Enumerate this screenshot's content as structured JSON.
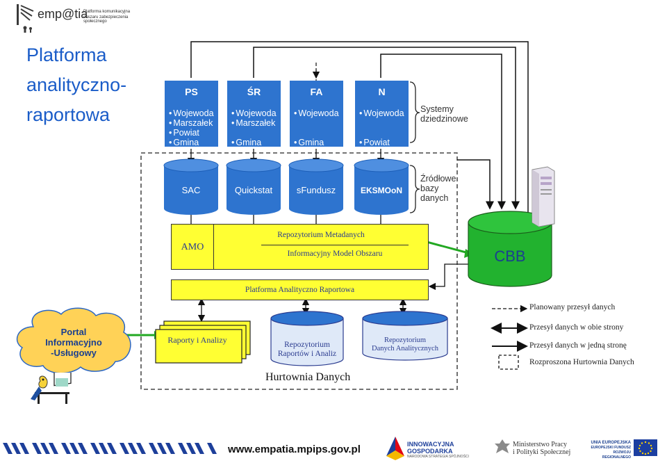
{
  "header": {
    "logo_text_main": "emp@tia",
    "logo_text_sub_1": "Platforma komunikacyjna",
    "logo_text_sub_2": "obszaru zabezpieczenia społecznego"
  },
  "title_lines": [
    "Platforma",
    "analityczno-",
    "raportowa"
  ],
  "systems": [
    {
      "code": "PS",
      "items": [
        "Wojewoda",
        "Marszałek",
        "Powiat",
        "Gmina"
      ]
    },
    {
      "code": "ŚR",
      "items": [
        "Wojewoda",
        "Marszałek",
        "Gmina"
      ]
    },
    {
      "code": "FA",
      "items": [
        "Wojewoda",
        "Gmina"
      ]
    },
    {
      "code": "N",
      "items": [
        "Wojewoda",
        "Powiat"
      ]
    }
  ],
  "systemy_label": [
    "Systemy",
    "dziedzinowe"
  ],
  "sources": [
    "SAC",
    "Quickstat",
    "sFundusz",
    "EKSMOoN"
  ],
  "sources_label": [
    "Źródłowe",
    "bazy",
    "danych"
  ],
  "amo": "AMO",
  "metadata_repo": "Repozytorium Metadanych",
  "model": "Informacyjny Model Obszaru",
  "cbb": "CBB",
  "platform": "Platforma Analityczno Raportowa",
  "portal": [
    "Portal",
    "Informacyjno",
    "-Usługowy"
  ],
  "reports": "Raporty i Analizy",
  "repo_reports": [
    "Repozytorium",
    "Raportów i Analiz"
  ],
  "repo_data": [
    "Repozytorium",
    "Danych Analitycznych"
  ],
  "warehouse": "Hurtownia Danych",
  "legend": {
    "planned": "Planowany przesył danych",
    "both": "Przesył danych w obie  strony",
    "one": "Przesył danych w jedną  stronę",
    "distributed": "Rozproszona Hurtownia Danych"
  },
  "footer": {
    "url": "www.empatia.mpips.gov.pl",
    "ig_1": "INNOWACYJNA",
    "ig_2": "GOSPODARKA",
    "ig_3": "NARODOWA STRATEGIA SPÓJNOŚCI",
    "min_1": "Ministerstwo Pracy",
    "min_2": "i Polityki Społecznej",
    "ue_1": "UNIA EUROPEJSKA",
    "ue_2": "EUROPEJSKI FUNDUSZ",
    "ue_3": "ROZWOJU REGIONALNEGO"
  },
  "colors": {
    "blue": "#2e74cf",
    "yellow": "#ffff33",
    "green": "#22a822",
    "title": "#1a5cc8"
  }
}
